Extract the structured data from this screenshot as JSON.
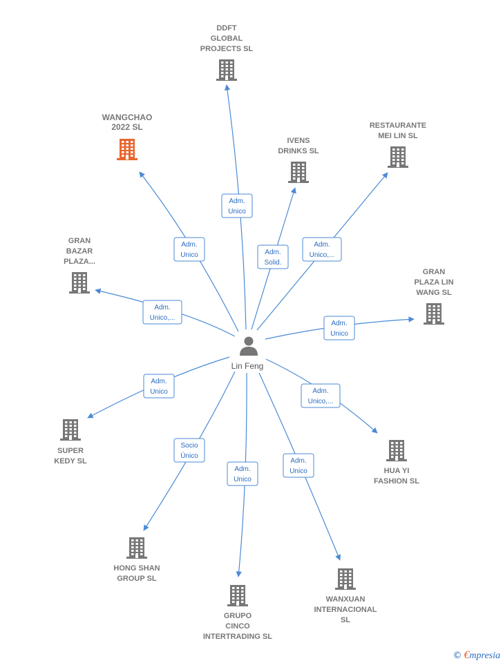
{
  "center": {
    "name": "Lin Feng",
    "icon": "person-icon"
  },
  "colors": {
    "edge": "#4a8ad4",
    "building": "#777777",
    "highlight": "#e8662f"
  },
  "nodes": [
    {
      "id": "ddft",
      "lines": [
        "DDFT",
        "GLOBAL",
        "PROJECTS  SL"
      ],
      "relation": [
        "Adm.",
        "Unico"
      ],
      "highlight": false,
      "icon": "building-icon"
    },
    {
      "id": "wangchao",
      "lines": [
        "WANGCHAO",
        "2022  SL"
      ],
      "relation": [
        "Adm.",
        "Unico"
      ],
      "highlight": true,
      "icon": "building-icon"
    },
    {
      "id": "ivens",
      "lines": [
        "IVENS",
        "DRINKS  SL"
      ],
      "relation": [
        "Adm.",
        "Solid."
      ],
      "highlight": false,
      "icon": "building-icon"
    },
    {
      "id": "meilin",
      "lines": [
        "RESTAURANTE",
        "MEI LIN  SL"
      ],
      "relation": [
        "Adm.",
        "Unico,..."
      ],
      "highlight": false,
      "icon": "building-icon"
    },
    {
      "id": "granbazar",
      "lines": [
        "GRAN",
        "BAZAR",
        "PLAZA..."
      ],
      "relation": [
        "Adm.",
        "Unico,..."
      ],
      "highlight": false,
      "icon": "building-icon"
    },
    {
      "id": "granplaza",
      "lines": [
        "GRAN",
        "PLAZA LIN",
        "WANG  SL"
      ],
      "relation": [
        "Adm.",
        "Unico"
      ],
      "highlight": false,
      "icon": "building-icon"
    },
    {
      "id": "superkedy",
      "lines": [
        "SUPER",
        "KEDY  SL"
      ],
      "relation": [
        "Adm.",
        "Unico"
      ],
      "highlight": false,
      "icon": "building-icon"
    },
    {
      "id": "huayi",
      "lines": [
        "HUA YI",
        "FASHION  SL"
      ],
      "relation": [
        "Adm.",
        "Unico,..."
      ],
      "highlight": false,
      "icon": "building-icon"
    },
    {
      "id": "hongshan",
      "lines": [
        "HONG SHAN",
        "GROUP SL"
      ],
      "relation": [
        "Socio",
        "Único"
      ],
      "highlight": false,
      "icon": "building-icon"
    },
    {
      "id": "grupocinco",
      "lines": [
        "GRUPO",
        "CINCO",
        "INTERTRADING SL"
      ],
      "relation": [
        "Adm.",
        "Unico"
      ],
      "highlight": false,
      "icon": "building-icon"
    },
    {
      "id": "wanxuan",
      "lines": [
        "WANXUAN",
        "INTERNACIONAL",
        "SL"
      ],
      "relation": [
        "Adm.",
        "Unico"
      ],
      "highlight": false,
      "icon": "building-icon"
    }
  ],
  "footer": {
    "copyright_symbol": "©",
    "brand_initial": "€",
    "brand_rest": "mpresia"
  }
}
